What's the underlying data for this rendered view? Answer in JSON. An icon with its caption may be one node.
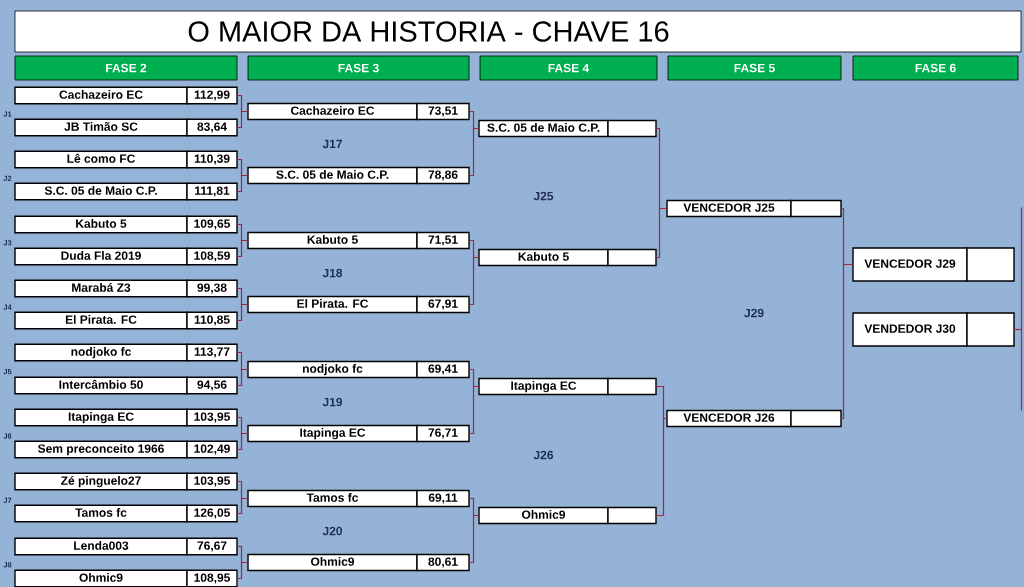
{
  "diagram": {
    "title": "O MAIOR DA HISTORIA - CHAVE 16",
    "nodes": [
      {
        "text": [
          "FASE 2"
        ]
      },
      {
        "text": [
          "FASE 3"
        ]
      },
      {
        "text": [
          "FASE 4"
        ]
      },
      {
        "text": [
          "FASE 5"
        ]
      },
      {
        "text": [
          "FASE 6"
        ]
      },
      {
        "text": [
          "Cachazeiro EC",
          "112,99"
        ]
      },
      {
        "text": [
          "JB Timão SC",
          "83,64"
        ]
      },
      {
        "text": [
          "Lê como FC",
          "110,39"
        ]
      },
      {
        "text": [
          "S.C. 05 de Maio C.P.",
          "111,81"
        ]
      },
      {
        "text": [
          "Kabuto 5",
          "109,65"
        ]
      },
      {
        "text": [
          "Duda Fla 2019",
          "108,59"
        ]
      },
      {
        "text": [
          "Marabá Z3",
          "99,38"
        ]
      },
      {
        "text": [
          "El Pirata. FC",
          "110,85"
        ]
      },
      {
        "text": [
          "nodjoko fc",
          "113,77"
        ]
      },
      {
        "text": [
          "Intercâmbio 50",
          "94,56"
        ]
      },
      {
        "text": [
          "Itapinga EC",
          "103,95"
        ]
      },
      {
        "text": [
          "Sem preconceito 1966",
          "102,49"
        ]
      },
      {
        "text": [
          "Zé pinguelo27",
          "103,95"
        ]
      },
      {
        "text": [
          "Tamos fc",
          "126,05"
        ]
      },
      {
        "text": [
          "Lenda003",
          "76,67"
        ]
      },
      {
        "text": [
          "Ohmic9",
          "108,95"
        ]
      },
      {
        "text": [
          "Cachazeiro EC",
          "73,51"
        ]
      },
      {
        "text": [
          "S.C. 05 de Maio C.P.",
          "78,86"
        ]
      },
      {
        "text": [
          "Kabuto 5",
          "71,51"
        ]
      },
      {
        "text": [
          "El Pirata. FC",
          "67,91"
        ]
      },
      {
        "text": [
          "nodjoko fc",
          "69,41"
        ]
      },
      {
        "text": [
          "Itapinga EC",
          "76,71"
        ]
      },
      {
        "text": [
          "Tamos fc",
          "69,11"
        ]
      },
      {
        "text": [
          "Ohmic9",
          "80,61"
        ]
      },
      {
        "text": [
          "S.C. 05 de Maio C.P."
        ]
      },
      {
        "text": [
          "Kabuto 5"
        ]
      },
      {
        "text": [
          "Itapinga EC"
        ]
      },
      {
        "text": [
          "Ohmic9"
        ]
      },
      {
        "text": [
          "VENCEDOR J25"
        ]
      },
      {
        "text": [
          "VENCEDOR J26"
        ]
      },
      {
        "text": [
          "VENCEDOR J29"
        ]
      },
      {
        "text": [
          "VENDEDOR J30"
        ]
      }
    ],
    "edges": [
      {
        "from": 5,
        "to": 21,
        "arrow": "none"
      },
      {
        "from": 6,
        "to": 21,
        "arrow": "none"
      },
      {
        "from": 7,
        "to": 22,
        "arrow": "none"
      },
      {
        "from": 8,
        "to": 22,
        "arrow": "none"
      },
      {
        "from": 9,
        "to": 23,
        "arrow": "none"
      },
      {
        "from": 10,
        "to": 23,
        "arrow": "none"
      },
      {
        "from": 11,
        "to": 24,
        "arrow": "none"
      },
      {
        "from": 12,
        "to": 24,
        "arrow": "none"
      },
      {
        "from": 13,
        "to": 25,
        "arrow": "none"
      },
      {
        "from": 14,
        "to": 25,
        "arrow": "none"
      },
      {
        "from": 15,
        "to": 26,
        "arrow": "none"
      },
      {
        "from": 16,
        "to": 26,
        "arrow": "none"
      },
      {
        "from": 17,
        "to": 27,
        "arrow": "none"
      },
      {
        "from": 18,
        "to": 27,
        "arrow": "none"
      },
      {
        "from": 19,
        "to": 28,
        "arrow": "none"
      },
      {
        "from": 20,
        "to": 28,
        "arrow": "none"
      },
      {
        "from": 21,
        "to": 29,
        "arrow": "none"
      },
      {
        "from": 22,
        "to": 29,
        "arrow": "none"
      },
      {
        "from": 23,
        "to": 30,
        "arrow": "none"
      },
      {
        "from": 24,
        "to": 30,
        "arrow": "none"
      },
      {
        "from": 25,
        "to": 31,
        "arrow": "none"
      },
      {
        "from": 26,
        "to": 31,
        "arrow": "none"
      },
      {
        "from": 27,
        "to": 32,
        "arrow": "none"
      },
      {
        "from": 28,
        "to": 32,
        "arrow": "none"
      },
      {
        "from": 29,
        "to": 33,
        "arrow": "none"
      },
      {
        "from": 30,
        "to": 33,
        "arrow": "none"
      },
      {
        "from": 31,
        "to": 34,
        "arrow": "none"
      },
      {
        "from": 32,
        "to": 34,
        "arrow": "none"
      },
      {
        "from": 33,
        "to": 35,
        "arrow": "none"
      },
      {
        "from": 34,
        "to": 35,
        "arrow": "none"
      },
      {
        "from": 36,
        "to": null,
        "arrow": "none"
      }
    ],
    "labels": [
      "J1",
      "J2",
      "J3",
      "J4",
      "J5",
      "J6",
      "J7",
      "J8",
      "J17",
      "J18",
      "J19",
      "J20",
      "J25",
      "J26",
      "J29"
    ]
  }
}
